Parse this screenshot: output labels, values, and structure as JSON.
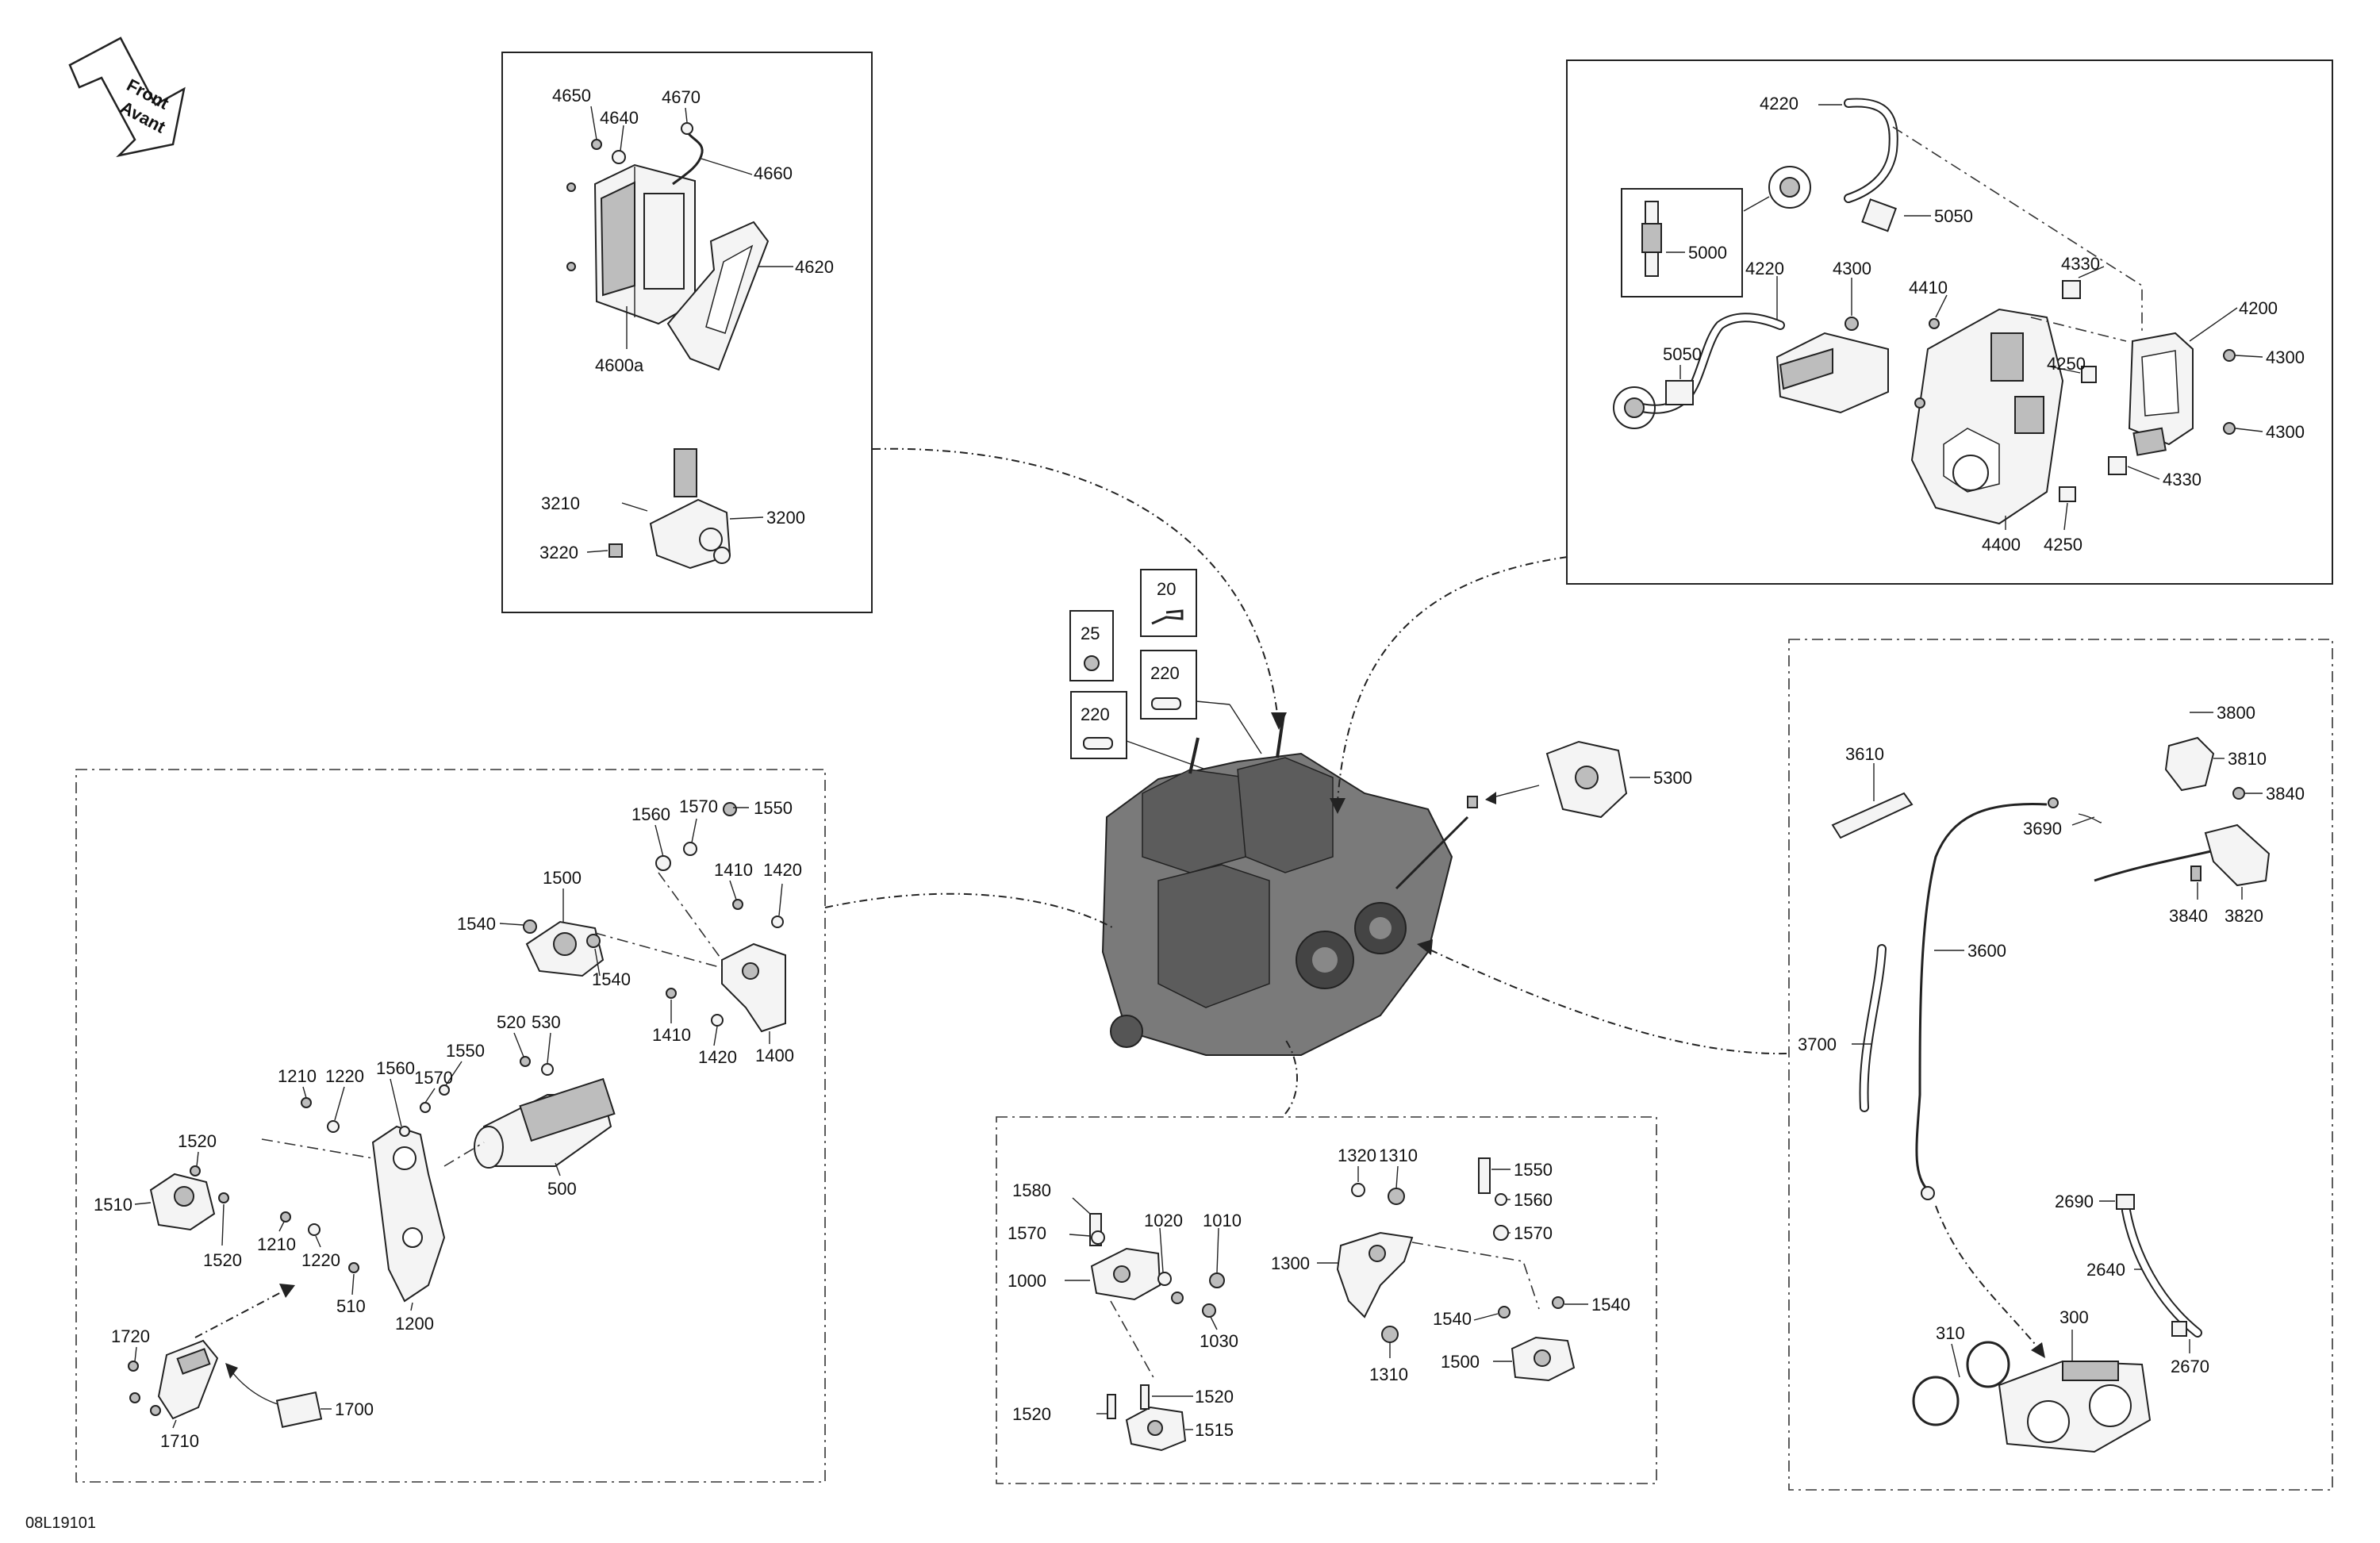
{
  "direction_badge": {
    "line1": "Front",
    "line2": "Avant"
  },
  "figure_code": "08L19101",
  "callouts": {
    "ecm": [
      "4650",
      "4640",
      "4670",
      "4660",
      "4620",
      "4600a"
    ],
    "sensor": [
      "3210",
      "3200",
      "3220"
    ],
    "ignition": [
      "4220",
      "5050",
      "5000",
      "4220",
      "4300",
      "4330",
      "4410",
      "4200",
      "4300",
      "5050",
      "4250",
      "4300",
      "4330",
      "4400",
      "4250"
    ],
    "center": [
      "20",
      "25",
      "220",
      "220",
      "5300"
    ],
    "left_group": [
      "1560",
      "1570",
      "1550",
      "1410",
      "1420",
      "1500",
      "1540",
      "1540",
      "1410",
      "1420",
      "1400",
      "520",
      "530",
      "1560",
      "1550",
      "1210",
      "1220",
      "1570",
      "1520",
      "500",
      "1510",
      "1520",
      "1210",
      "1220",
      "510",
      "1200",
      "1720",
      "1700",
      "1710"
    ],
    "bottom_group": [
      "1320",
      "1310",
      "1550",
      "1560",
      "1580",
      "1570",
      "1020",
      "1010",
      "1300",
      "1570",
      "1000",
      "1540",
      "1030",
      "1540",
      "1310",
      "1500",
      "1520",
      "1520",
      "1515"
    ],
    "right_group": [
      "3800",
      "3610",
      "3810",
      "3840",
      "3690",
      "3840",
      "3820",
      "3600",
      "3700",
      "2690",
      "2640",
      "310",
      "300",
      "2670"
    ]
  }
}
